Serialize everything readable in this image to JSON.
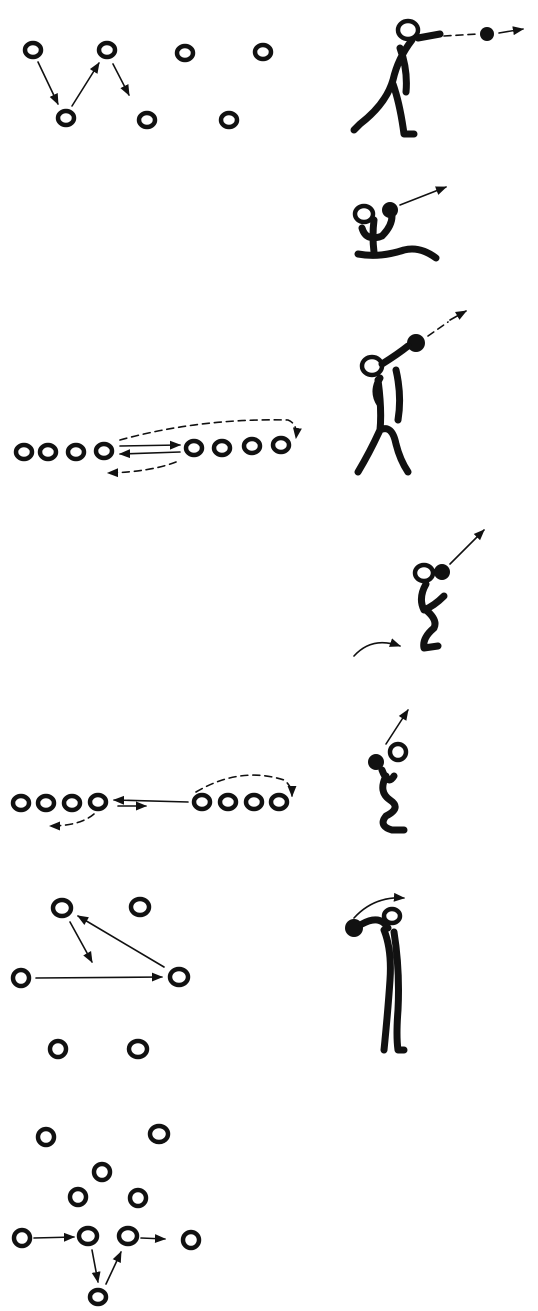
{
  "figure": {
    "rows": [
      {
        "formation": "zigzag-passing",
        "figure_pose": "forward-push-throw"
      },
      {
        "formation": "none",
        "figure_pose": "seated-chest-push"
      },
      {
        "formation": "two-lines-shuttle",
        "figure_pose": "overhead-one-hand-throw"
      },
      {
        "formation": "none",
        "figure_pose": "squat-jump-throw"
      },
      {
        "formation": "two-lines-return-run",
        "figure_pose": "squat-overhead-throw"
      },
      {
        "formation": "square-with-center-pass",
        "figure_pose": "backward-overhead-throw"
      },
      {
        "formation": "pyramid-passing",
        "figure_pose": "none"
      }
    ],
    "ink_color": "#111111",
    "background_color": "#ffffff"
  }
}
